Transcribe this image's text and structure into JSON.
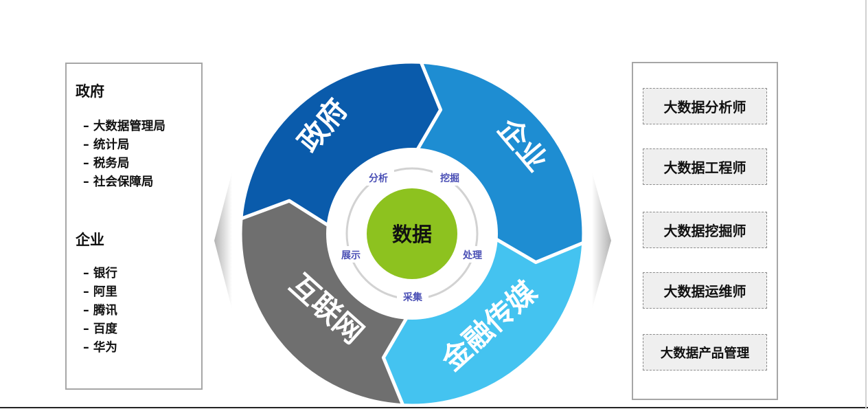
{
  "left_panel": {
    "gov_title": "政府",
    "gov_items": [
      "大数据管理局",
      "统计局",
      "税务局",
      "社会保障局"
    ],
    "ent_title": "企业",
    "ent_items": [
      "银行",
      "阿里",
      "腾讯",
      "百度",
      "华为"
    ]
  },
  "wheel": {
    "segments": [
      "政府",
      "企业",
      "金融传媒",
      "互联网"
    ],
    "center": "数据",
    "ring_labels": [
      "分析",
      "挖掘",
      "处理",
      "采集",
      "展示"
    ]
  },
  "right_panel": {
    "roles": [
      "大数据分析师",
      "大数据工程师",
      "大数据挖掘师",
      "大数据运维师",
      "大数据产品管理"
    ]
  },
  "colors": {
    "gov": "#0a5bab",
    "ent": "#1e8dd2",
    "finance": "#44c3f0",
    "internet": "#6f6f6f",
    "center": "#8dc21f",
    "ring_text": "#4a4fb5"
  }
}
